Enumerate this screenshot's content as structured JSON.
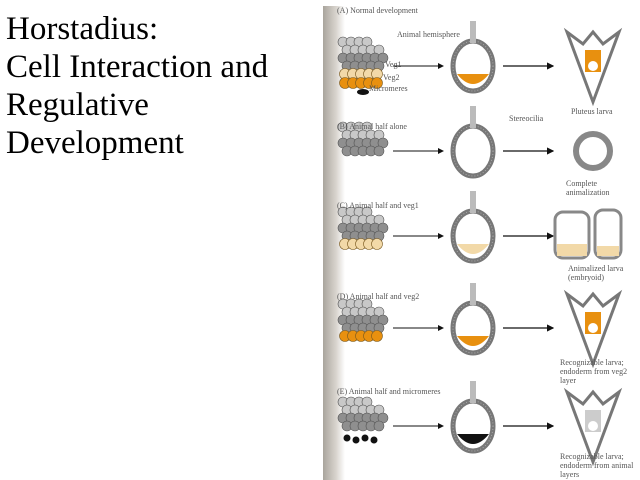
{
  "slide": {
    "title_lines": [
      "Horstadius:",
      "Cell Interaction and",
      "Regulative",
      "Development"
    ]
  },
  "figure": {
    "colors": {
      "orange": "#e8900f",
      "pale": "#f2d9a8",
      "gray": "#8a8a8a",
      "black": "#111111",
      "binding": "#b8b3ab"
    },
    "rows": [
      {
        "label": "(A) Normal development",
        "notes": [
          "Animal hemisphere",
          "Veg1",
          "Veg2",
          "Micromeres"
        ],
        "result": "Pluteus larva",
        "middle_note": ""
      },
      {
        "label": "(B) Animal half alone",
        "notes": [],
        "result": "Complete animalization",
        "middle_note": "Stereocilia"
      },
      {
        "label": "(C) Animal half and veg1",
        "notes": [],
        "result": "Animalized larva (embryoid)",
        "middle_note": ""
      },
      {
        "label": "(D) Animal half and veg2",
        "notes": [],
        "result": "Recognizable larva; endoderm from veg2 layer",
        "middle_note": ""
      },
      {
        "label": "(E) Animal half and micromeres",
        "notes": [],
        "result": "Recognizable larva; endoderm from animal layers",
        "middle_note": ""
      }
    ]
  }
}
